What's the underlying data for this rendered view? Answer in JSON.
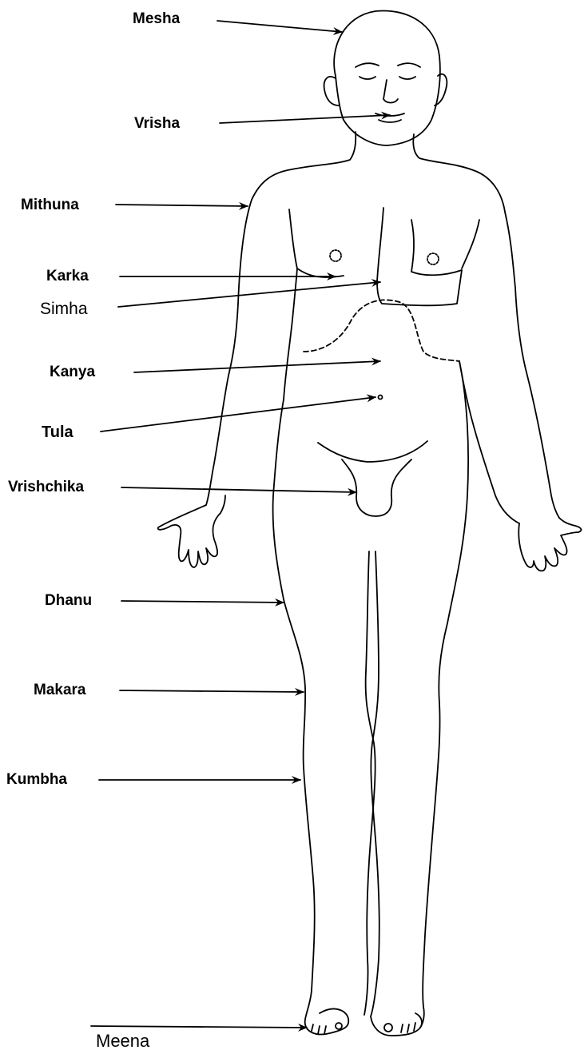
{
  "diagram": {
    "labels": {
      "mesha": "Mesha",
      "vrisha": "Vrisha",
      "mithuna": "Mithuna",
      "karka": "Karka",
      "simha": "Simha",
      "kanya": "Kanya",
      "tula": "Tula",
      "vrishchika": "Vrishchika",
      "dhanu": "Dhanu",
      "makara": "Makara",
      "kumbha": "Kumbha",
      "meena": "Meena"
    }
  }
}
